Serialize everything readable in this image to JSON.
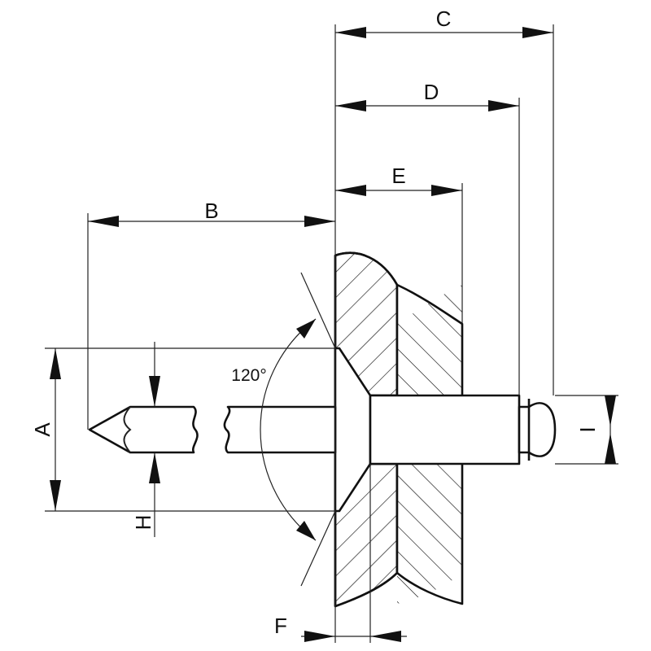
{
  "dimension_labels": {
    "A": "A",
    "B": "B",
    "C": "C",
    "D": "D",
    "E": "E",
    "F": "F",
    "H": "H",
    "I": "I"
  },
  "angle_label": "120°",
  "colors": {
    "line": "#111111",
    "background": "#ffffff"
  }
}
